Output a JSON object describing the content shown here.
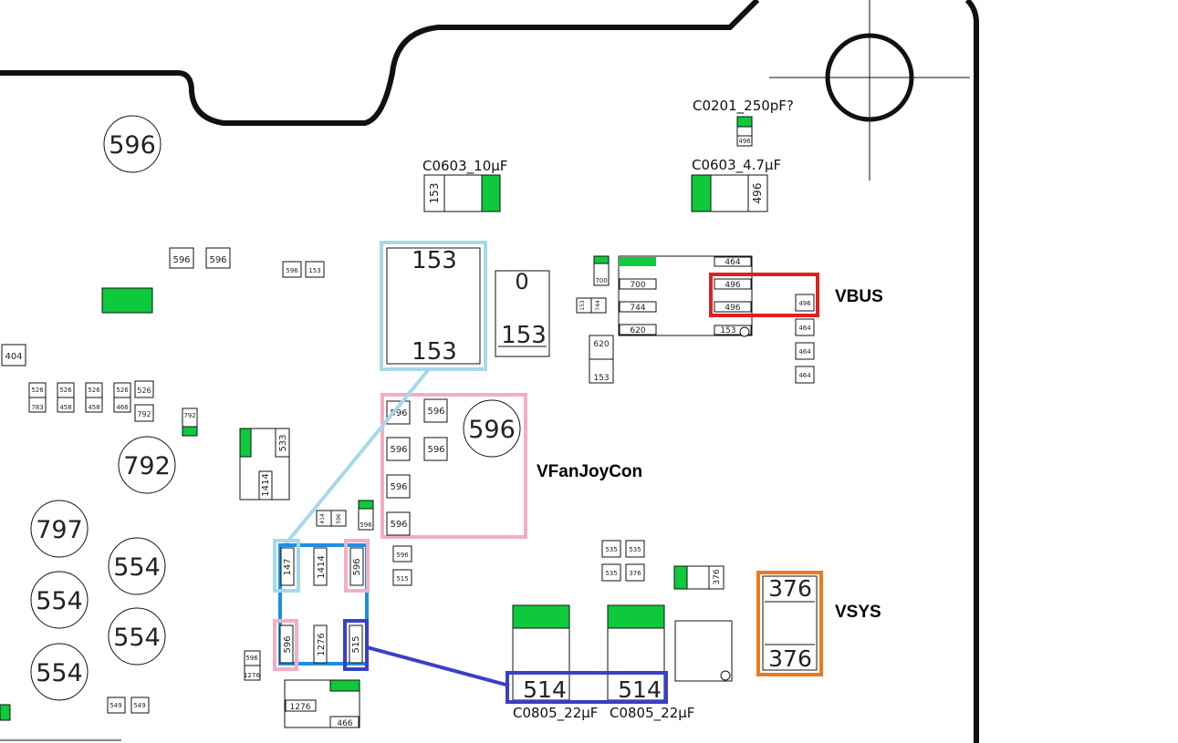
{
  "colors": {
    "pad_fill": "#0ec93c",
    "outline": "#111111",
    "vbus": "#e02020",
    "vfan": "#f4adc6",
    "light_blue": "#a8d8e8",
    "vsys": "#f07820",
    "blue": "#1e90e0",
    "dark_blue": "#3a3fc8"
  },
  "rails": {
    "vbus": "VBUS",
    "vfan": "VFanJoyCon",
    "vsys": "VSYS"
  },
  "captions": {
    "c0603_10uf": "C0603_10µF",
    "c0603_47uf": "C0603_4.7µF",
    "c0201": "C0201_250pF?",
    "c0805_a": "C0805_22µF",
    "c0805_b": "C0805_22µF"
  },
  "big": {
    "c596_top": "596",
    "c792": "792",
    "c797": "797",
    "c554_a": "554",
    "c554_b": "554",
    "c554_c": "554",
    "c554_d": "554",
    "c596_vfan": "596",
    "b153_top": "153",
    "b153_bot": "153",
    "b0": "0",
    "b153_side": "153",
    "b376_top": "376",
    "b376_bot": "376",
    "b514_a": "514",
    "b514_b": "514"
  },
  "small": {
    "s153_cap": "153",
    "s496_cap": "496",
    "s496_c0201": "496",
    "s596_a": "596",
    "s596_b": "596",
    "s596_c": "596",
    "s153_c": "153",
    "s404": "404",
    "s526_a": "526",
    "s526_b": "526",
    "s526_c": "526",
    "s526_d": "526",
    "s526_e": "526",
    "s783": "783",
    "s458_a": "458",
    "s458_b": "458",
    "s466_a": "466",
    "s792_a": "792",
    "s792_b": "792",
    "s533": "533",
    "s1414_a": "1414",
    "s464_top": "464",
    "s700_a": "700",
    "s700_b": "700",
    "s744": "744",
    "s620_a": "620",
    "s496_r1": "496",
    "s496_r2": "496",
    "s153_r": "153",
    "s496_side": "496",
    "s464_a": "464",
    "s464_b": "464",
    "s464_c": "464",
    "s153_sm": "153",
    "s744_sm": "744",
    "s620_b": "620",
    "s153_b": "153",
    "v596_1": "596",
    "v596_2": "596",
    "v596_3": "596",
    "v596_4": "596",
    "v596_5": "596",
    "v596_6": "596",
    "s414": "414",
    "s596_d": "596",
    "s596_e": "596",
    "s596_f": "596",
    "s515_a": "515",
    "s147": "147",
    "s1414_b": "1414",
    "s596_g": "596",
    "s596_h": "596",
    "s1276_a": "1276",
    "s515_b": "515",
    "s596_i": "596",
    "s1276_b": "1276",
    "s1276_c": "1276",
    "s466_b": "466",
    "s549_a": "549",
    "s549_b": "549",
    "s535_a": "535",
    "s535_b": "535",
    "s535_c": "535",
    "s376_a": "376",
    "s376_b": "376"
  }
}
